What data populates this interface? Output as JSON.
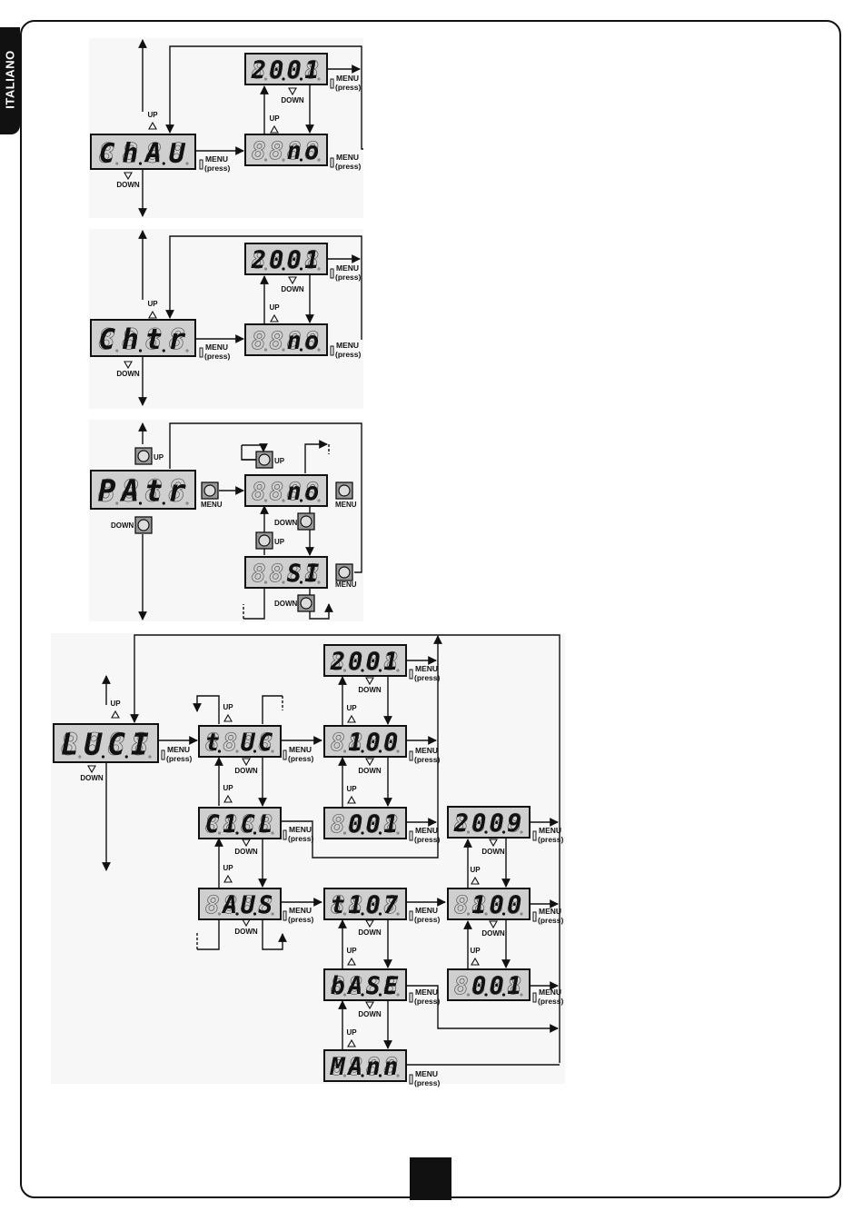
{
  "sidebar": {
    "language_tab": "ITALIANO"
  },
  "labels": {
    "up": "UP",
    "down": "DOWN",
    "menu": "MENU",
    "press": "(press)"
  },
  "displays": [
    {
      "id": "d1",
      "chars": [
        {
          "c": "C",
          "d": false
        },
        {
          "c": "h",
          "d": true
        },
        {
          "c": "A",
          "d": true
        },
        {
          "c": "U",
          "d": false
        }
      ]
    },
    {
      "id": "d2",
      "chars": [
        {
          "c": "2",
          "d": false
        },
        {
          "c": "0",
          "d": true
        },
        {
          "c": "0",
          "d": true
        },
        {
          "c": "1",
          "d": false
        }
      ]
    },
    {
      "id": "d3",
      "chars": [
        {
          "c": "",
          "d": false
        },
        {
          "c": "",
          "d": false
        },
        {
          "c": "n",
          "d": true
        },
        {
          "c": "o",
          "d": false
        }
      ]
    },
    {
      "id": "d4",
      "chars": [
        {
          "c": "C",
          "d": false
        },
        {
          "c": "h",
          "d": true
        },
        {
          "c": "t",
          "d": true
        },
        {
          "c": "r",
          "d": false
        }
      ]
    },
    {
      "id": "d5",
      "chars": [
        {
          "c": "2",
          "d": false
        },
        {
          "c": "0",
          "d": true
        },
        {
          "c": "0",
          "d": true
        },
        {
          "c": "1",
          "d": false
        }
      ]
    },
    {
      "id": "d6",
      "chars": [
        {
          "c": "",
          "d": false
        },
        {
          "c": "",
          "d": false
        },
        {
          "c": "n",
          "d": true
        },
        {
          "c": "o",
          "d": false
        }
      ]
    },
    {
      "id": "d7",
      "chars": [
        {
          "c": "P",
          "d": false
        },
        {
          "c": "A",
          "d": true
        },
        {
          "c": "t",
          "d": true
        },
        {
          "c": "r",
          "d": false
        }
      ]
    },
    {
      "id": "d8",
      "chars": [
        {
          "c": "",
          "d": false
        },
        {
          "c": "",
          "d": false
        },
        {
          "c": "n",
          "d": true
        },
        {
          "c": "o",
          "d": false
        }
      ]
    },
    {
      "id": "d9",
      "chars": [
        {
          "c": "",
          "d": false
        },
        {
          "c": "",
          "d": false
        },
        {
          "c": "S",
          "d": true
        },
        {
          "c": "I",
          "d": false
        }
      ]
    },
    {
      "id": "d10",
      "chars": [
        {
          "c": "L",
          "d": false
        },
        {
          "c": "U",
          "d": true
        },
        {
          "c": "C",
          "d": true
        },
        {
          "c": "I",
          "d": false
        }
      ]
    },
    {
      "id": "d11",
      "chars": [
        {
          "c": "t",
          "d": true
        },
        {
          "c": "",
          "d": false
        },
        {
          "c": "U",
          "d": true
        },
        {
          "c": "C",
          "d": false
        }
      ]
    },
    {
      "id": "d12",
      "chars": [
        {
          "c": "C",
          "d": false
        },
        {
          "c": "1",
          "d": true
        },
        {
          "c": "C",
          "d": true
        },
        {
          "c": "L",
          "d": false
        }
      ]
    },
    {
      "id": "d13",
      "chars": [
        {
          "c": "",
          "d": false
        },
        {
          "c": "A",
          "d": true
        },
        {
          "c": "U",
          "d": true
        },
        {
          "c": "S",
          "d": false
        }
      ]
    },
    {
      "id": "d14",
      "chars": [
        {
          "c": "2",
          "d": false
        },
        {
          "c": "0",
          "d": true
        },
        {
          "c": "0",
          "d": true
        },
        {
          "c": "1",
          "d": false
        }
      ]
    },
    {
      "id": "d15",
      "chars": [
        {
          "c": "",
          "d": false
        },
        {
          "c": "1",
          "d": true
        },
        {
          "c": "0",
          "d": true
        },
        {
          "c": "0",
          "d": false
        }
      ]
    },
    {
      "id": "d16",
      "chars": [
        {
          "c": "",
          "d": false
        },
        {
          "c": "0",
          "d": true
        },
        {
          "c": "0",
          "d": true
        },
        {
          "c": "1",
          "d": false
        }
      ]
    },
    {
      "id": "d17",
      "chars": [
        {
          "c": "t",
          "d": false
        },
        {
          "c": "1",
          "d": true
        },
        {
          "c": "0",
          "d": true
        },
        {
          "c": "7",
          "d": false
        }
      ]
    },
    {
      "id": "d18",
      "chars": [
        {
          "c": "b",
          "d": false
        },
        {
          "c": "A",
          "d": true
        },
        {
          "c": "S",
          "d": true
        },
        {
          "c": "E",
          "d": false
        }
      ]
    },
    {
      "id": "d19",
      "chars": [
        {
          "c": "M",
          "d": false
        },
        {
          "c": "A",
          "d": true
        },
        {
          "c": "n",
          "d": true
        },
        {
          "c": "n",
          "d": false
        }
      ]
    },
    {
      "id": "d20",
      "chars": [
        {
          "c": "2",
          "d": false
        },
        {
          "c": "0",
          "d": true
        },
        {
          "c": "0",
          "d": true
        },
        {
          "c": "9",
          "d": false
        }
      ]
    },
    {
      "id": "d21",
      "chars": [
        {
          "c": "",
          "d": false
        },
        {
          "c": "1",
          "d": false
        },
        {
          "c": "0",
          "d": true
        },
        {
          "c": "0",
          "d": false
        }
      ]
    },
    {
      "id": "d22",
      "chars": [
        {
          "c": "",
          "d": false
        },
        {
          "c": "0",
          "d": true
        },
        {
          "c": "0",
          "d": true
        },
        {
          "c": "1",
          "d": false
        }
      ]
    }
  ]
}
